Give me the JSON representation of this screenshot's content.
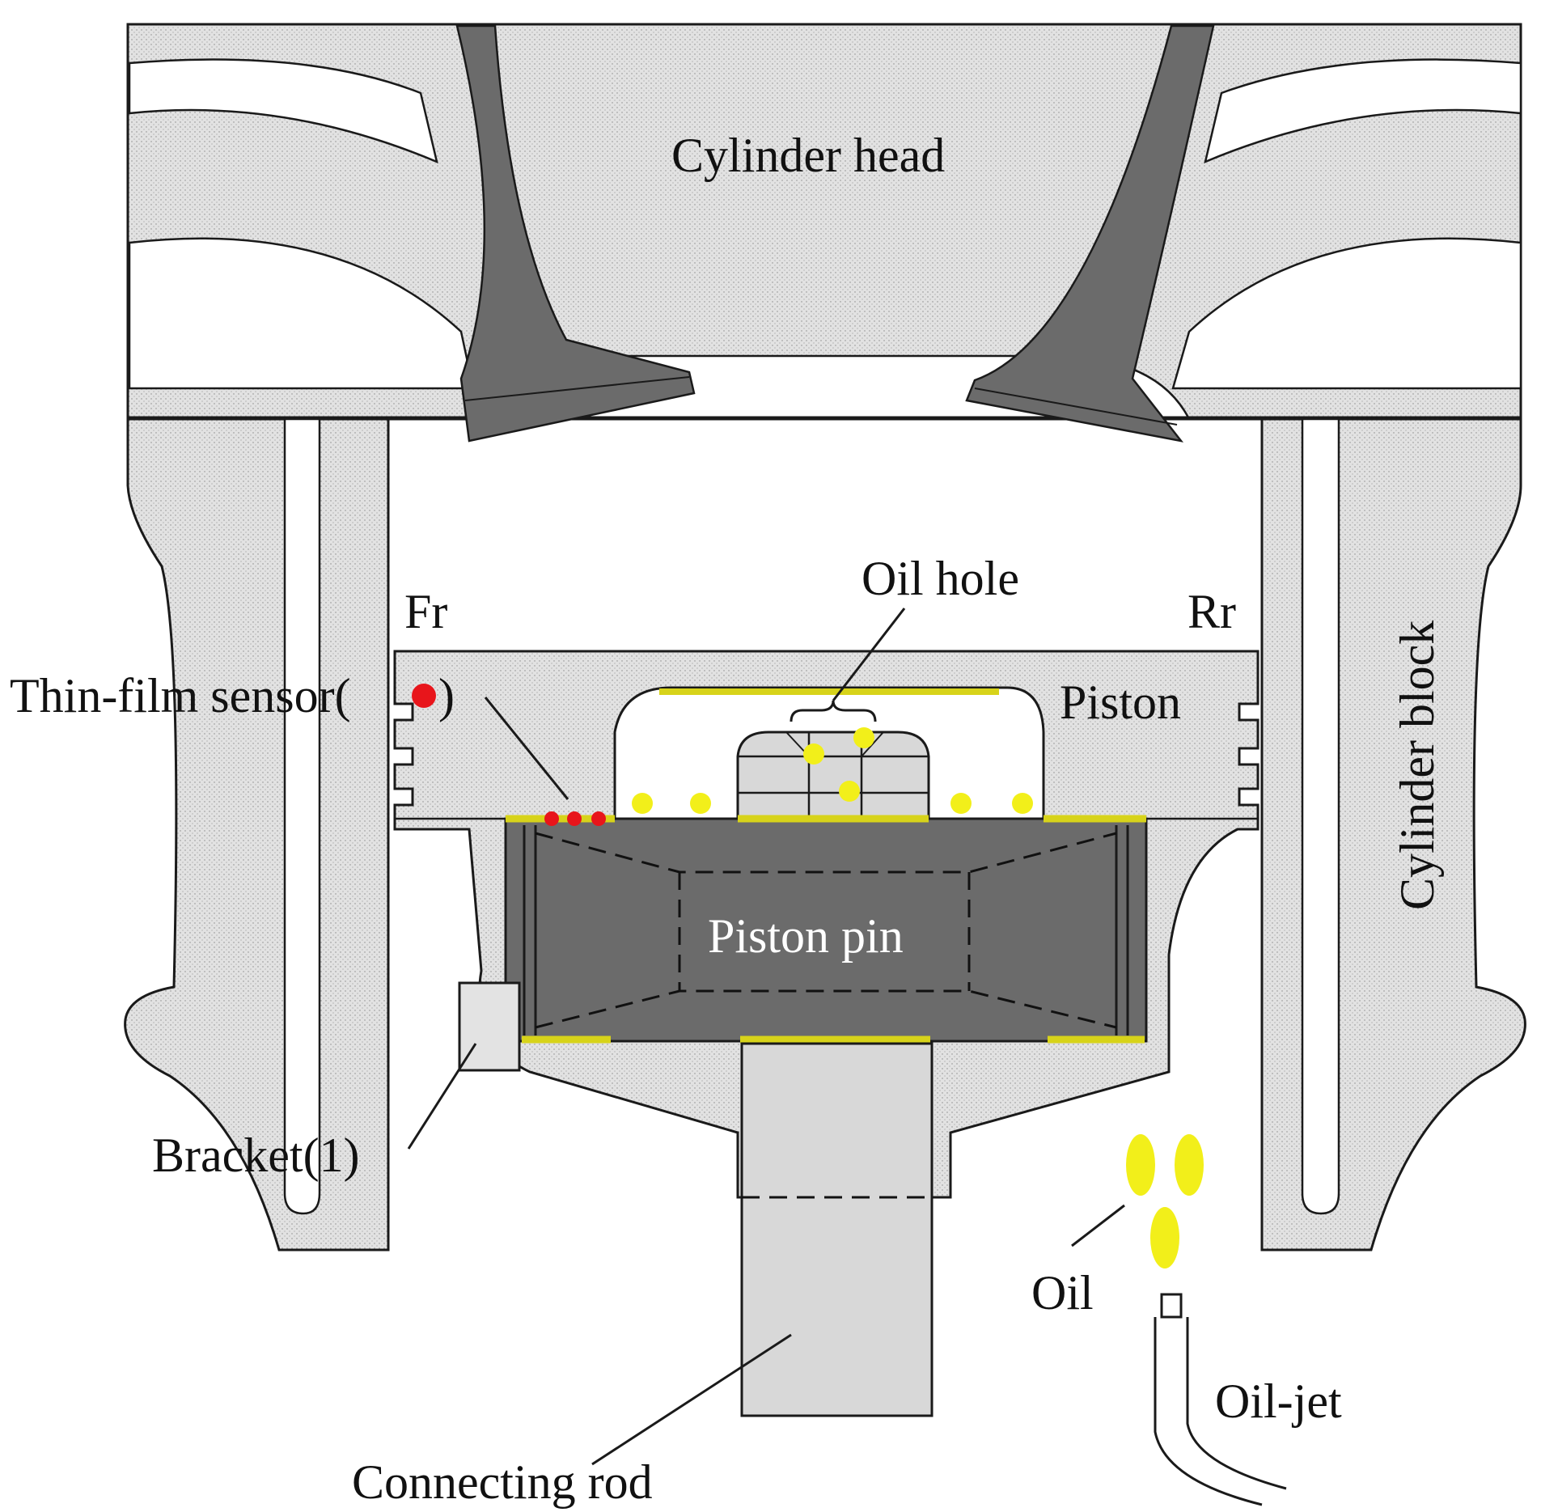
{
  "labels": {
    "cylinder_head": "Cylinder head",
    "cylinder_block": "Cylinder block",
    "oil_hole": "Oil hole",
    "front": "Fr",
    "rear": "Rr",
    "thin_film_sensor": "Thin-film sensor(",
    "thin_film_sensor_close": ")",
    "piston": "Piston",
    "piston_pin": "Piston pin",
    "bracket": "Bracket(1)",
    "oil": "Oil",
    "oil_jet": "Oil-jet",
    "connecting_rod": "Connecting rod"
  },
  "colors": {
    "dark_metal": "#6b6b6b",
    "light_metal": "#dedede",
    "stipple": "#d6d6d6",
    "oil": "#f2ef1a",
    "sensor": "#e8151b",
    "line": "#1a1a1a"
  },
  "counts": {
    "thin_film_sensors": 3
  }
}
